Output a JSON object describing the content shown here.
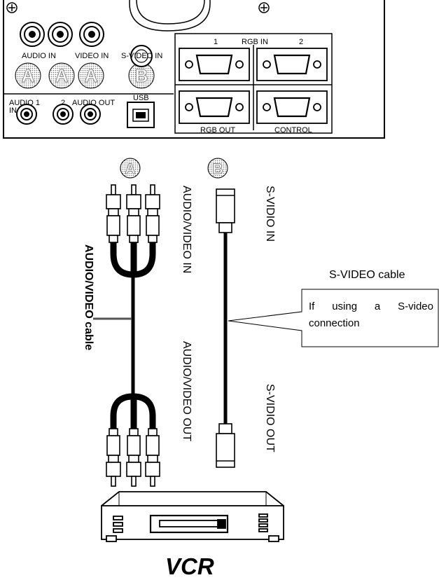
{
  "panel": {
    "audio_in": "AUDIO IN",
    "video_in": "VIDEO IN",
    "svideo_in": "S-VIDEO IN",
    "rgb_in": "RGB  IN",
    "rgb_1": "1",
    "rgb_2": "2",
    "audio1": "AUDIO 1",
    "audio1_in": "IN",
    "audio2": "2",
    "audio_out": "AUDIO OUT",
    "usb": "USB",
    "rgb_out": "RGB  OUT",
    "control": "CONTROL"
  },
  "markers": {
    "a": "A",
    "b": "B"
  },
  "cable_labels": {
    "av_in": "AUDIO/VIDEO IN",
    "av_out": "AUDIO/VIDEO OUT",
    "svideo_in": "S-VIDIO IN",
    "svideo_out": "S-VIDIO OUT",
    "av_cable": "AUDIO/VIDEO cable",
    "svideo_cable": "S-VIDEO cable"
  },
  "callout": {
    "line1_words": [
      "If",
      "using",
      "a",
      "S-video"
    ],
    "line2": "connection"
  },
  "device": {
    "name": "VCR"
  }
}
